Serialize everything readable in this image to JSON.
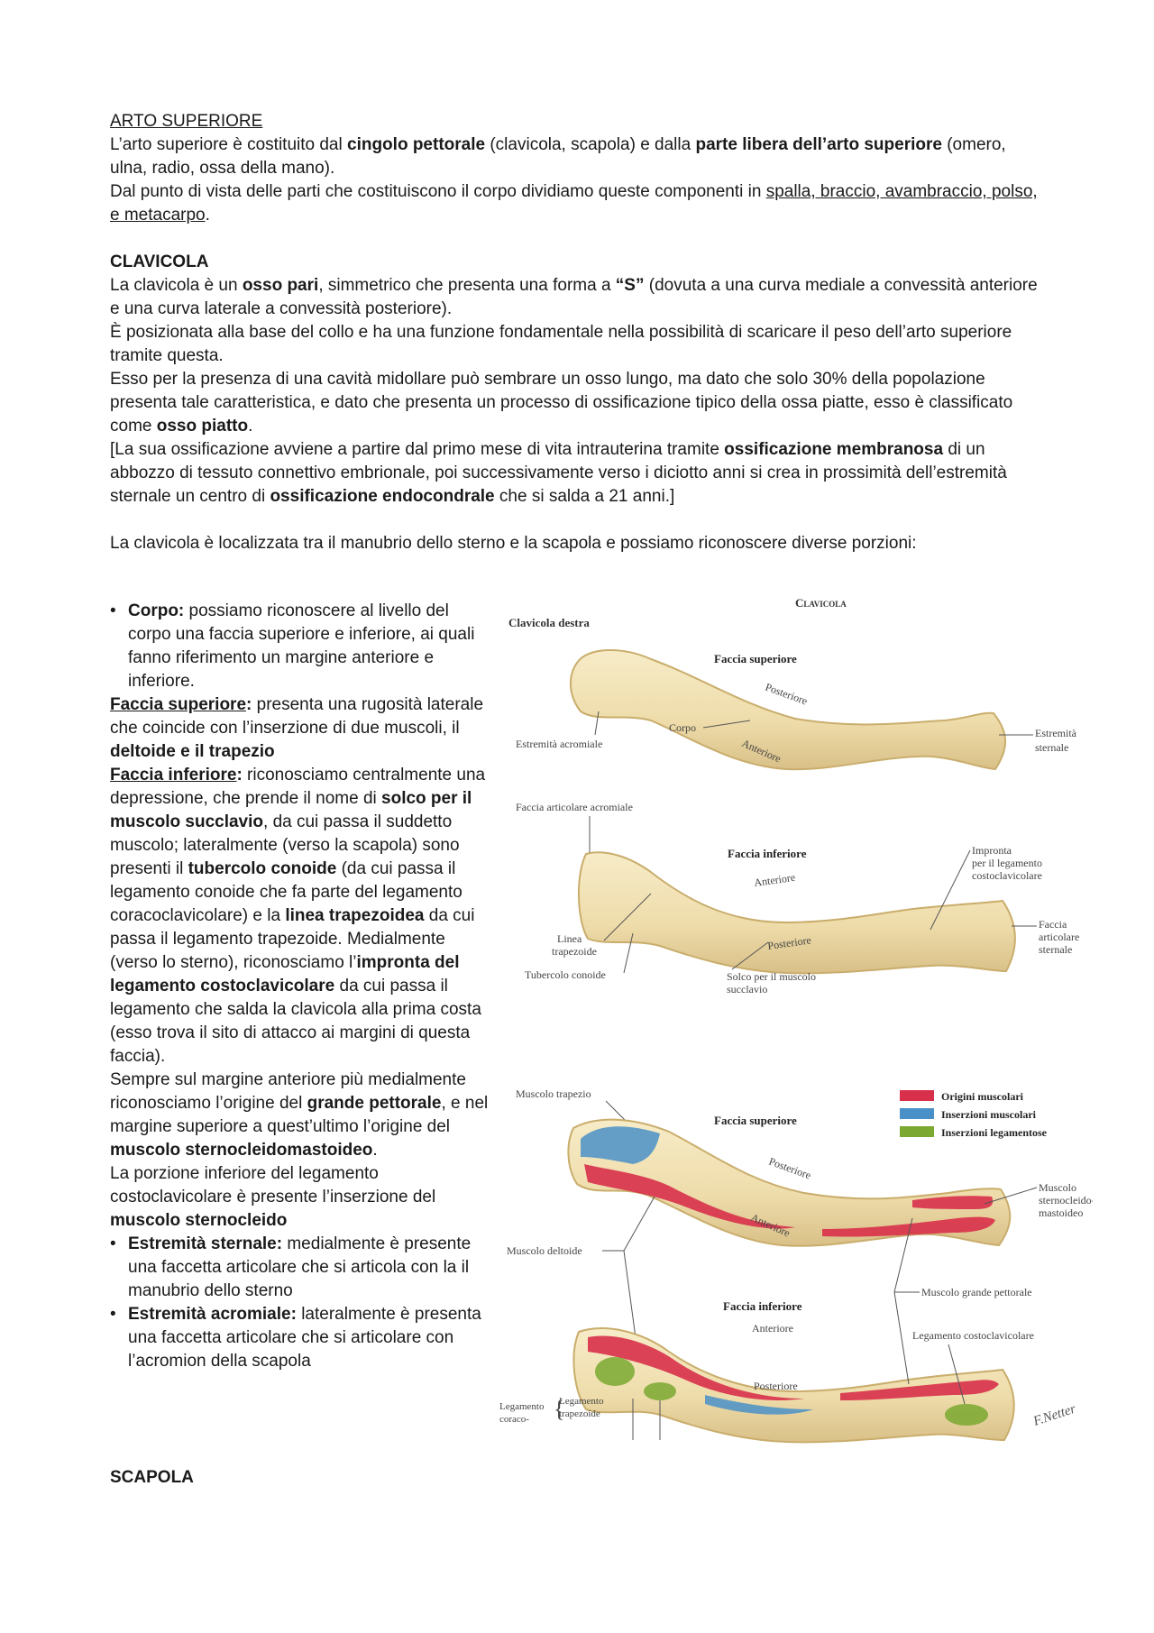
{
  "intro": {
    "heading": "ARTO SUPERIORE",
    "p1_a": "L’arto superiore è costituito dal ",
    "p1_b": "cingolo pettorale",
    "p1_c": " (clavicola, scapola) e dalla ",
    "p1_d": "parte libera dell’arto superiore",
    "p1_e": " (omero, ulna, radio, ossa della mano).",
    "p2_a": "Dal punto di vista delle parti che costituiscono il corpo dividiamo queste componenti in ",
    "p2_b": "spalla, braccio, avambraccio, polso, e metacarpo",
    "p2_c": "."
  },
  "clavicola": {
    "heading": "CLAVICOLA",
    "s1_a": "La clavicola è un ",
    "s1_b": "osso pari",
    "s1_c": ", simmetrico che presenta una forma a ",
    "s1_d": "“S”",
    "s1_e": " (dovuta a una curva mediale a convessità anteriore e una curva laterale a convessità posteriore).",
    "s2": "È posizionata alla base del collo e ha una funzione fondamentale nella possibilità di scaricare il peso dell’arto superiore tramite questa.",
    "s3_a": "Esso per la presenza di una cavità midollare può sembrare un osso lungo, ma dato che solo 30% della popolazione presenta tale caratteristica, e dato che presenta un processo di ossificazione tipico della ossa piatte, esso è classificato come ",
    "s3_b": "osso piatto",
    "s3_c": ".",
    "s4_a": "[La sua ossificazione avviene a partire dal primo mese di vita intrauterina tramite ",
    "s4_b": "ossificazione membranosa",
    "s4_c": " di un abbozzo di tessuto connettivo embrionale, poi successivamente verso i diciotto anni si crea in prossimità dell’estremità sternale un centro di ",
    "s4_d": "ossificazione endocondrale",
    "s4_e": " che si salda a 21 anni.]",
    "s5": "La clavicola è localizzata tra il manubrio dello sterno e la scapola e possiamo riconoscere diverse porzioni:"
  },
  "list": {
    "corpo_t": "Corpo:",
    "corpo_d": " possiamo riconoscere al livello del corpo una faccia superiore e inferiore, ai quali fanno riferimento un margine anteriore e inferiore.",
    "fs_t": "Faccia superiore",
    "fs_colon": ":",
    "fs_d": " presenta una rugosità laterale che coincide con l’inserzione di due muscoli, il ",
    "fs_b": "deltoide e il trapezio",
    "fi_t": "Faccia inferiore",
    "fi_colon": ":",
    "fi_d1": " riconosciamo centralmente una depressione, che prende il nome di ",
    "fi_b1": "solco per il muscolo succlavio",
    "fi_d2": ", da cui passa il suddetto muscolo; lateralmente (verso la scapola) sono presenti il ",
    "fi_b2": "tubercolo conoide",
    "fi_d3": " (da cui passa il legamento conoide che fa parte del legamento coracoclavicolare) e la ",
    "fi_b3": "linea trapezoidea",
    "fi_d4": " da cui passa il legamento trapezoide.  Medialmente (verso lo sterno), riconosciamo l’",
    "fi_b4": "impronta del legamento costoclavicolare",
    "fi_d5": " da cui passa il legamento che salda la clavicola alla prima costa (esso trova il sito di attacco ai margini di questa faccia).",
    "ma_d1": "Sempre sul margine anteriore più medialmente riconosciamo l’origine del ",
    "ma_b1": "grande pettorale",
    "ma_d2": ", e nel margine superiore a quest’ultimo l’origine del ",
    "ma_b2": "muscolo sternocleidomastoideo",
    "ma_d3": ".",
    "pi_d": "La porzione inferiore del legamento costoclavicolare è presente l’inserzione del ",
    "pi_b": "muscolo sternocleido",
    "es_t": "Estremità sternale:",
    "es_d": " medialmente è presente una faccetta articolare che si articola con la il manubrio dello sterno",
    "ea_t": "Estremità acromiale:",
    "ea_d": " lateralmente è presenta una faccetta articolare che si articolare con l’acromion della scapola"
  },
  "figure": {
    "title": "Clavicola",
    "subtitle": "Clavicola destra",
    "top_face": "Faccia superiore",
    "posteriore": "Posteriore",
    "anteriore": "Anteriore",
    "corpo": "Corpo",
    "estr_acromiale": "Estremità acromiale",
    "estr_sternale_1": "Estremità",
    "estr_sternale_2": "sternale",
    "faccia_art_acrom": "Faccia articolare acromiale",
    "bottom_face": "Faccia inferiore",
    "impronta_1": "Impronta",
    "impronta_2": "per il legamento",
    "impronta_3": "costoclavicolare",
    "linea_1": "Linea",
    "linea_2": "trapezoide",
    "tubercolo": "Tubercolo conoide",
    "solco_1": "Solco per il muscolo",
    "solco_2": "succlavio",
    "fas_1": "Faccia",
    "fas_2": "articolare",
    "fas_3": "sternale",
    "trapezio": "Muscolo trapezio",
    "legend_origini": "Origini muscolari",
    "legend_inserzioni": "Inserzioni muscolari",
    "legend_legamentose": "Inserzioni legamentose",
    "scm_1": "Muscolo",
    "scm_2": "sternocleido-",
    "scm_3": "mastoideo",
    "deltoide": "Muscolo deltoide",
    "pettorale": "Muscolo grande pettorale",
    "leg_costo": "Legamento costoclavicolare",
    "leg_coraco_1": "Legamento",
    "leg_coraco_2": "coraco-",
    "leg_trap_1": "Legamento",
    "leg_trap_2": "trapezoide",
    "signature": "F.Netter",
    "colors": {
      "bone": "#efdfb0",
      "red": "#d8304a",
      "blue": "#4a90c8",
      "green": "#7aa830"
    }
  },
  "scapola": {
    "heading": "SCAPOLA"
  }
}
